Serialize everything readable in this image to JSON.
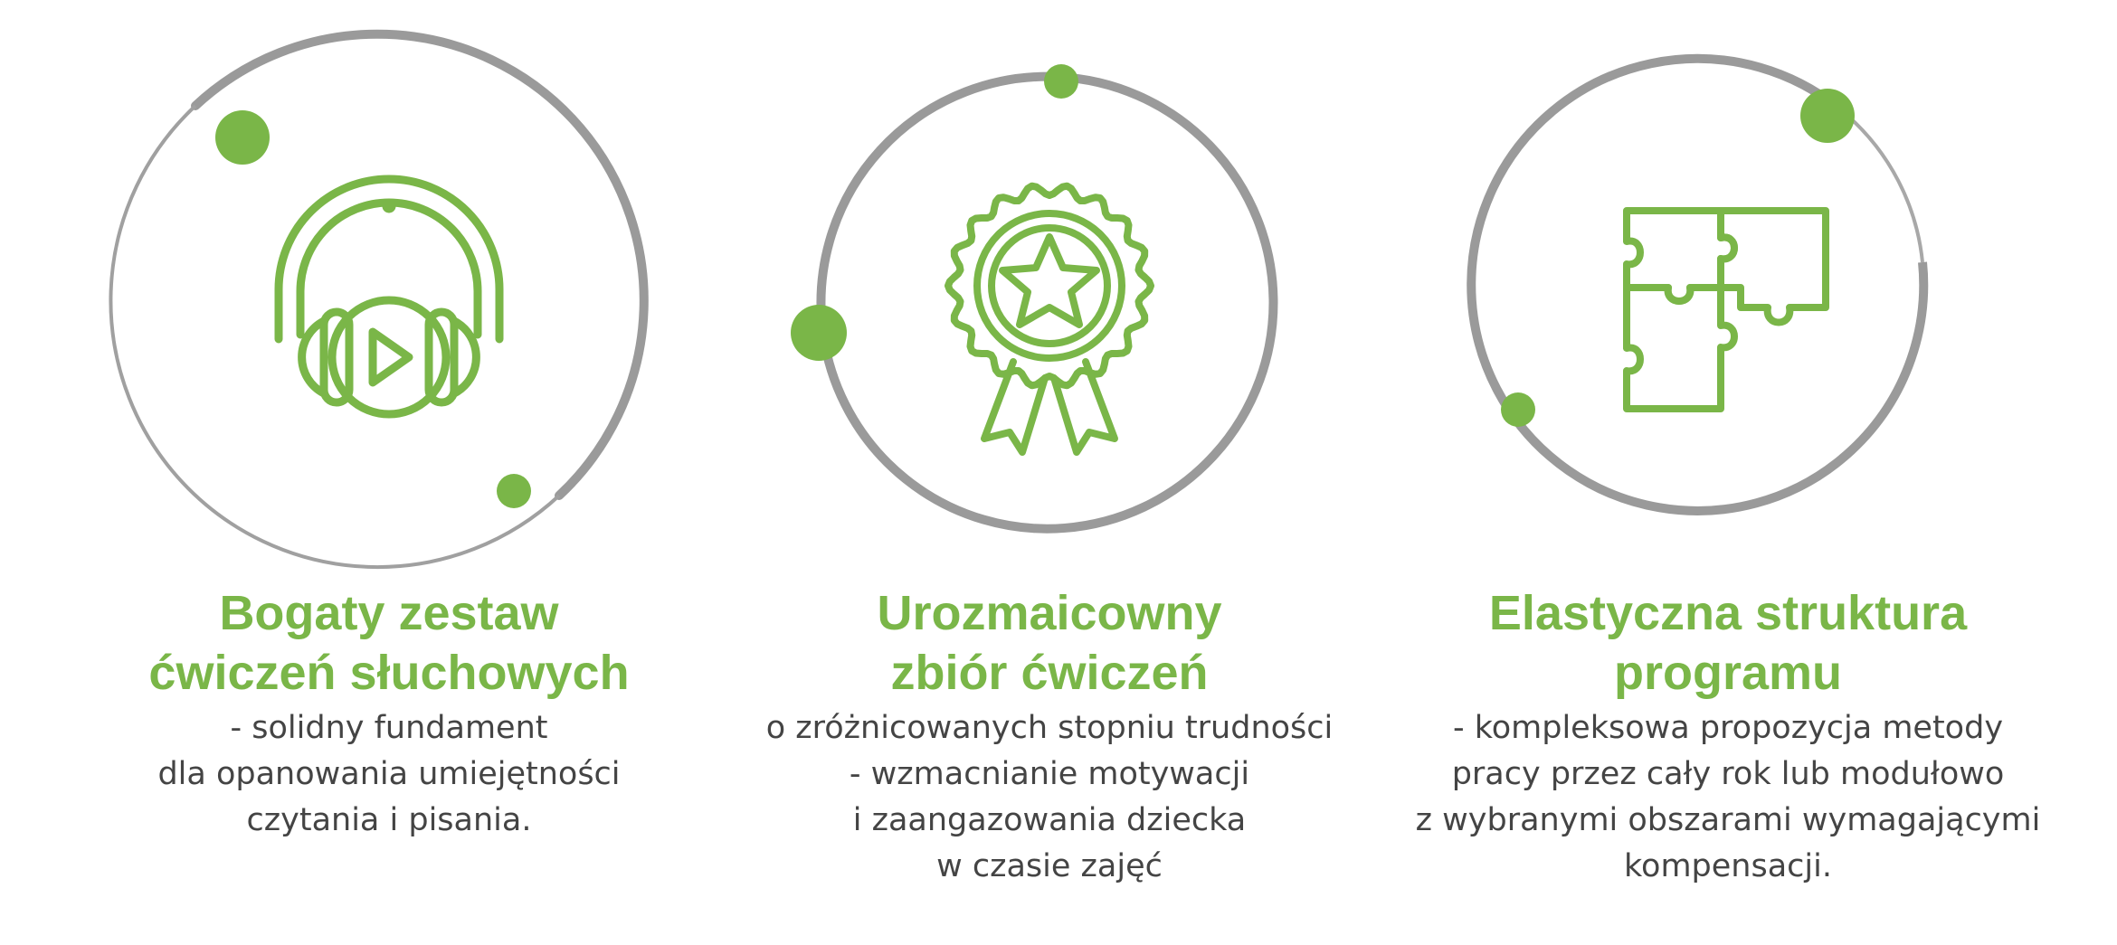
{
  "colors": {
    "accent": "#7ab648",
    "ring": "#9a9a9a",
    "text": "#444444"
  },
  "features": [
    {
      "icon": "headphones-play-icon",
      "title": [
        "Bogaty zestaw",
        "ćwiczeń słuchowych"
      ],
      "description": [
        "- solidny fundament",
        "dla opanowania umiejętności",
        "czytania i pisania."
      ]
    },
    {
      "icon": "award-rosette-star-icon",
      "title": [
        "Urozmaicowny",
        "zbiór ćwiczeń"
      ],
      "description": [
        "o zróżnicowanych stopniu trudności",
        "- wzmacnianie motywacji",
        "i zaangazowania dziecka",
        "w czasie zajęć"
      ]
    },
    {
      "icon": "puzzle-pieces-icon",
      "title": [
        "Elastyczna struktura",
        "programu"
      ],
      "description": [
        "- kompleksowa propozycja metody",
        "pracy przez cały rok lub modułowo",
        "z wybranymi obszarami wymagającymi",
        "kompensacji."
      ]
    }
  ]
}
